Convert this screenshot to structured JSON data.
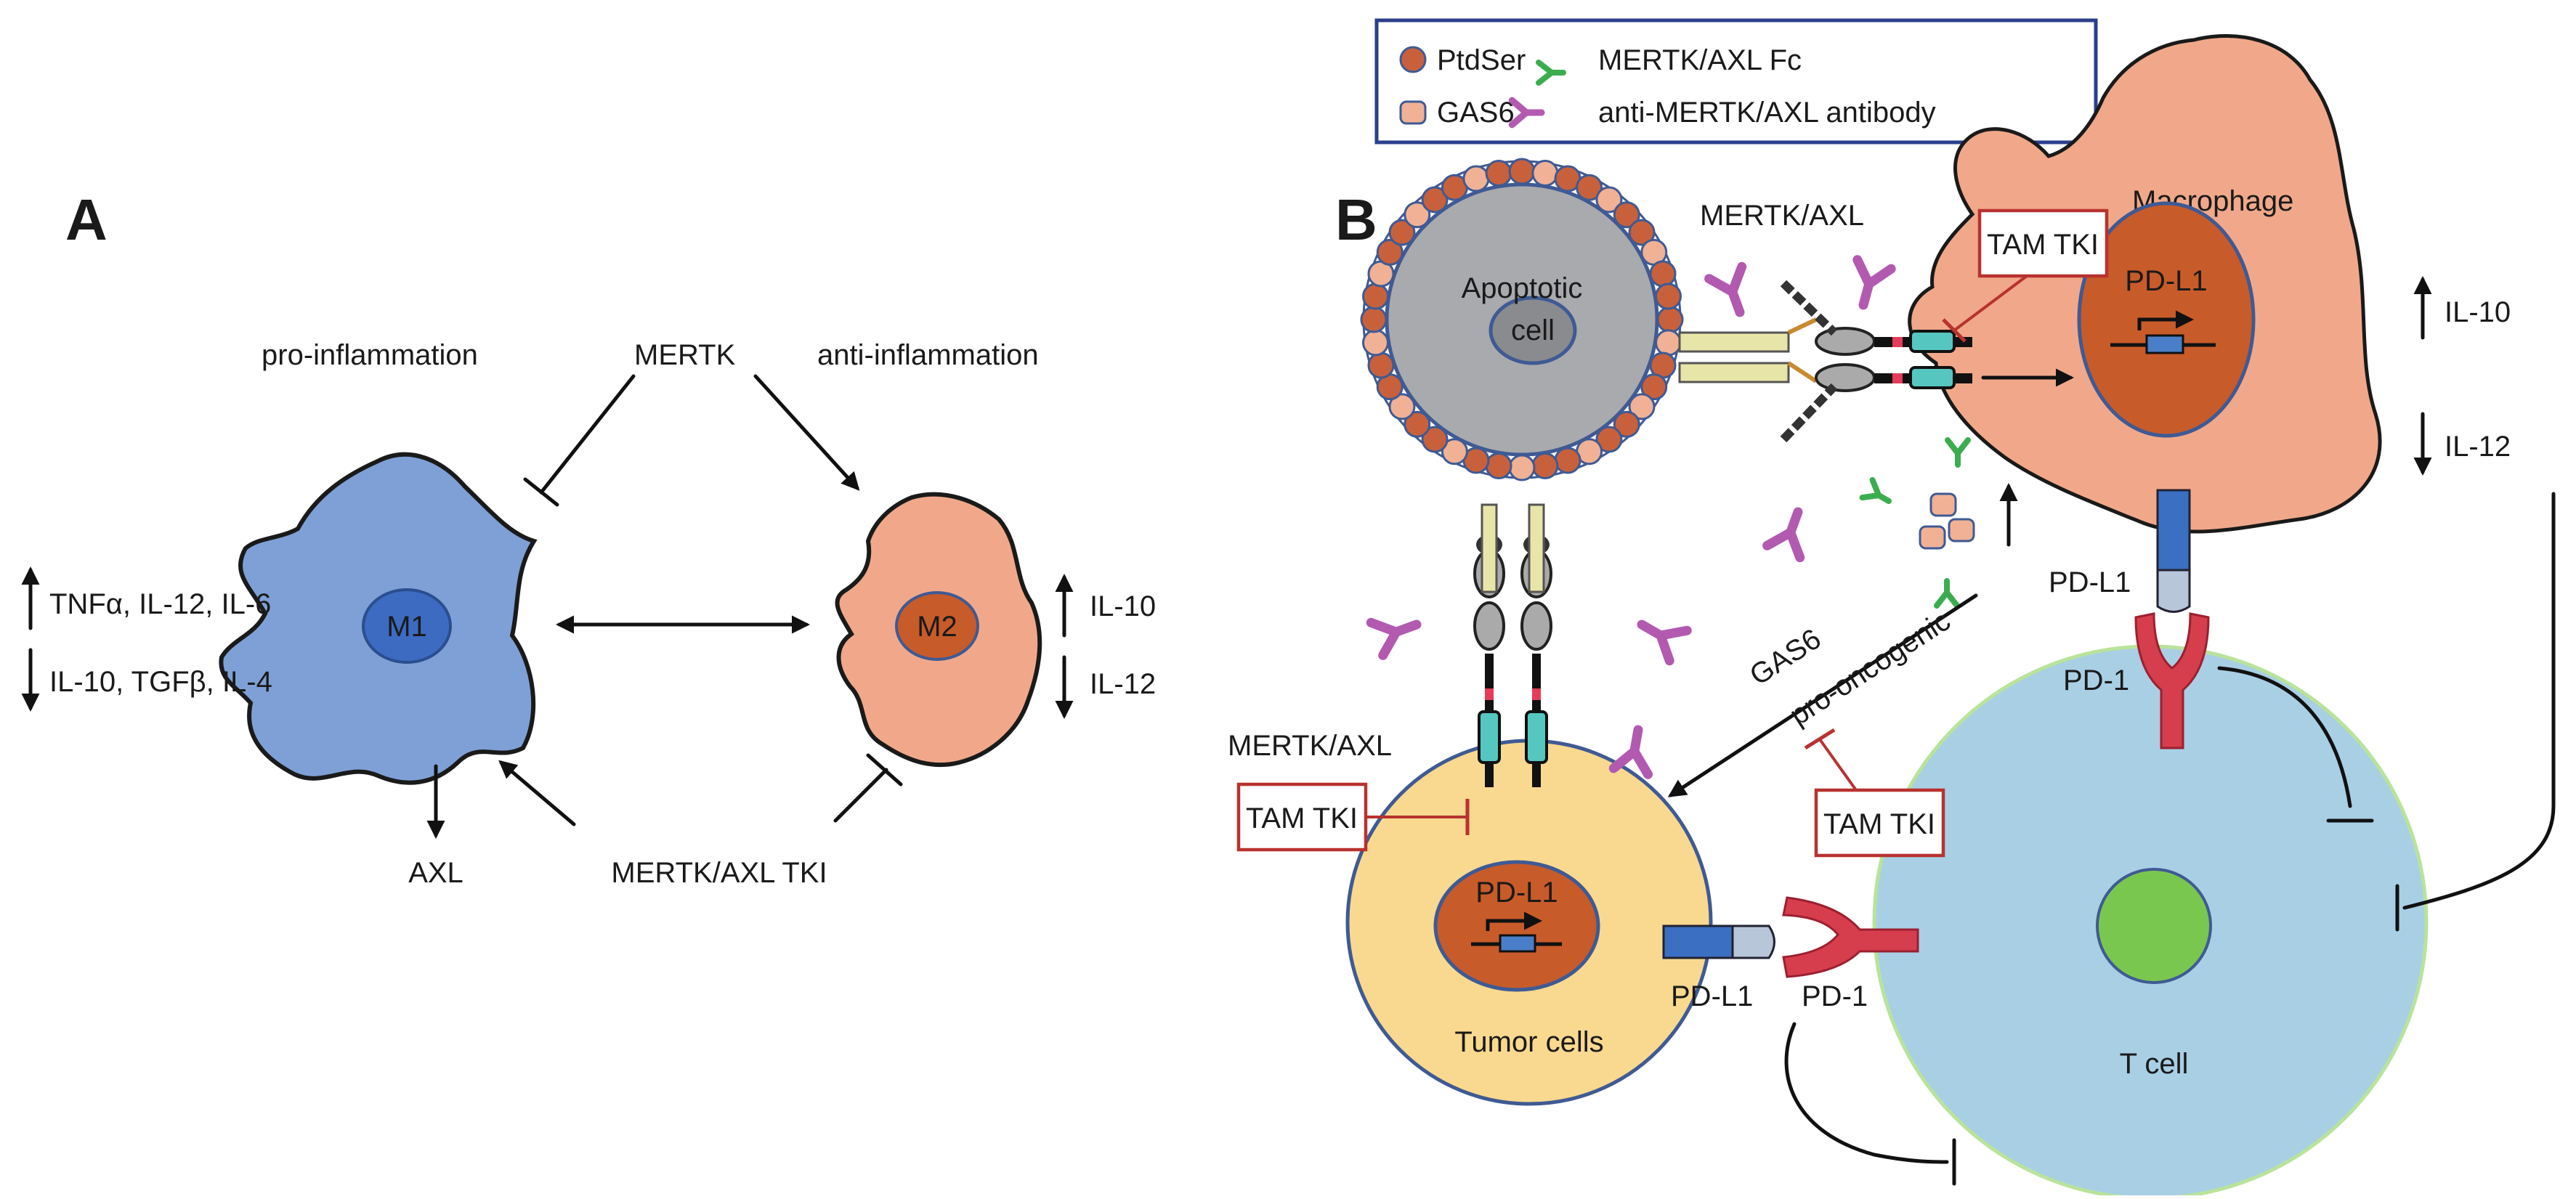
{
  "panel_a": {
    "letter": "A",
    "pro_inflammation": "pro-inflammation",
    "anti_inflammation": "anti-inflammation",
    "mertk": "MERTK",
    "m1": "M1",
    "m2": "M2",
    "m1_up": "TNFα, IL-12, IL-6",
    "m1_down": "IL-10, TGFβ, IL-4",
    "m2_up": "IL-10",
    "m2_down": "IL-12",
    "axl": "AXL",
    "tki": "MERTK/AXL TKI"
  },
  "legend": {
    "ptdser": "PtdSer",
    "fc": "MERTK/AXL Fc",
    "gas6": "GAS6",
    "antibody": "anti-MERTK/AXL antibody"
  },
  "panel_b": {
    "letter": "B",
    "apoptotic_line1": "Apoptotic",
    "apoptotic_line2": "cell",
    "mertk_axl_top": "MERTK/AXL",
    "mertk_axl_left": "MERTK/AXL",
    "macrophage": "Macrophage",
    "tam_tki": "TAM TKI",
    "pdl1_nucleus_mac": "PD-L1",
    "pdl1_nucleus_tumor": "PD-L1",
    "il10": "IL-10",
    "il12": "IL-12",
    "pdl1_mac_surface": "PD-L1",
    "pd1_top": "PD-1",
    "pd1_bottom": "PD-1",
    "pdl1_tumor_surface": "PD-L1",
    "gas6": "GAS6",
    "pro_oncogenic": "pro-oncogenic",
    "tumor_cells": "Tumor cells",
    "t_cell": "T cell"
  },
  "colors": {
    "m1_cell": "#7fa0d6",
    "m1_nucleus": "#3d6bc2",
    "m2_cell": "#f1a88a",
    "m2_nucleus": "#c85b2a",
    "apoptotic_cell": "#a9aaad",
    "ptdser": "#c8613b",
    "tumor_cell": "#f9d98f",
    "t_cell": "#a9cfe5",
    "t_cell_nucleus": "#7ac74f",
    "tam_tki_border": "#b8322f",
    "fc": "#3cad4f",
    "antibody": "#b25ab0"
  }
}
